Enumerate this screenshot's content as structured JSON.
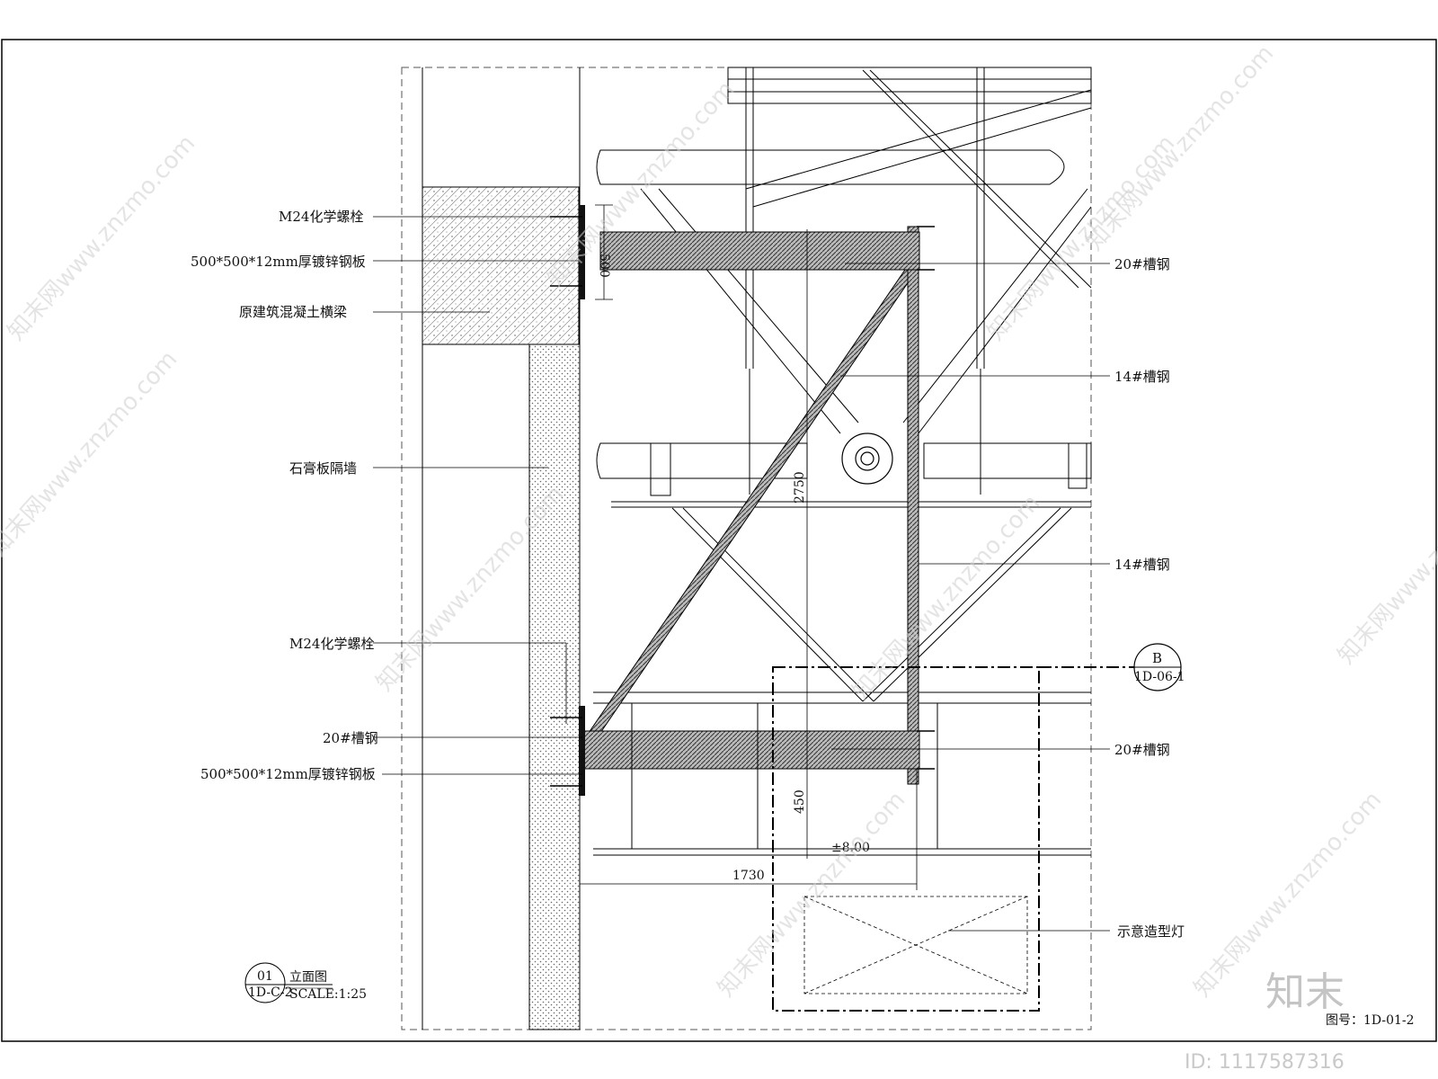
{
  "labels": {
    "m24_bolt_top": "M24化学螺栓",
    "plate_top": "500*500*12mm厚镀锌钢板",
    "concrete_beam": "原建筑混凝土横梁",
    "gypsum_wall": "石膏板隔墙",
    "m24_bolt_bottom": "M24化学螺栓",
    "channel20_left": "20#槽钢",
    "plate_bottom": "500*500*12mm厚镀锌钢板",
    "channel20_right_top": "20#槽钢",
    "channel14_upper": "14#槽钢",
    "channel14_lower": "14#槽钢",
    "channel20_right_bottom": "20#槽钢",
    "lamp": "示意造型灯"
  },
  "dimensions": {
    "plate_height": "500",
    "vertical": "2750",
    "lower": "450",
    "horizontal": "1730",
    "elevation": "±8.00"
  },
  "section_marker": {
    "letter": "B",
    "sheet": "1D-06-1"
  },
  "view_title": {
    "number": "01",
    "sheet": "1D-C-2",
    "name": "立面图",
    "scale": "SCALE:1:25"
  },
  "drawing_number": "图号：1D-01-2",
  "watermark": {
    "site": "znzmo.com",
    "cn": "知末网www.znzmo.com",
    "brand": "知末",
    "id": "ID: 1117587316"
  }
}
